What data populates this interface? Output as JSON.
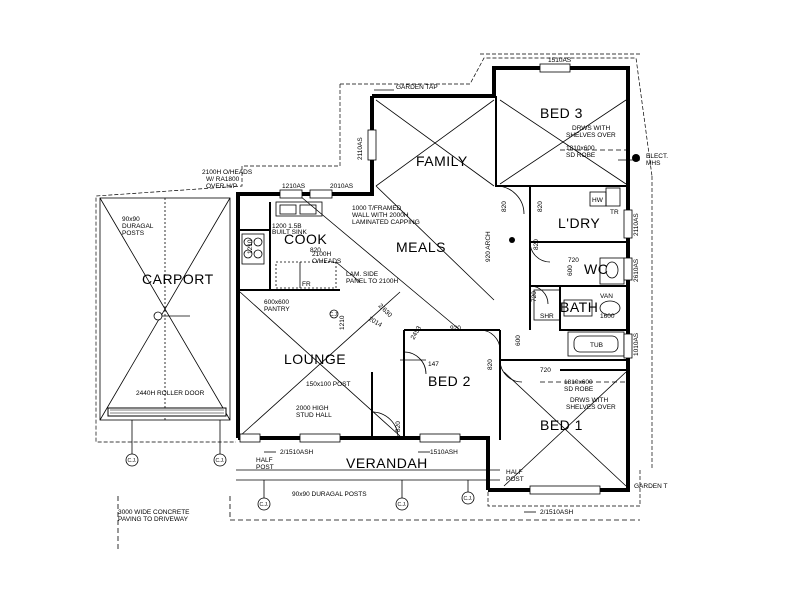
{
  "rooms": {
    "family": "FAMILY",
    "meals": "MEALS",
    "cook": "COOK",
    "carport": "CARPORT",
    "lounge": "LOUNGE",
    "bed1": "BED 1",
    "bed2": "BED 2",
    "bed3": "BED 3",
    "laundry": "L'DRY",
    "wc": "WC",
    "bath": "BATH",
    "verandah": "VERANDAH"
  },
  "notes": {
    "garden_tap_top": "GARDEN TAP",
    "garden_tap_bottom": "GARDEN T",
    "oheads_1": "2100H O/HEADS",
    "oheads_2": "W/ RA1800",
    "oheads_3": "OVER H/P",
    "duragal_1": "90x90",
    "duragal_2": "DURAGAL",
    "duragal_3": "POSTS",
    "roller_door": "2440H ROLLER DOOR",
    "sink": "1200 1.5B",
    "sink_2": "BUILT SINK",
    "framed_1": "1000 T/FRAMED",
    "framed_2": "WALL WITH 2000H",
    "framed_3": "LAMINATED CAPPING",
    "cook_oheads_1": "2100H",
    "cook_oheads_2": "O/HEADS",
    "lam_side_1": "LAM. SIDE",
    "lam_side_2": "PANEL TO 2100H",
    "pantry_1": "600x600",
    "pantry_2": "PANTRY",
    "post_1500": "150x100 POST",
    "stud_1": "2000 HIGH",
    "stud_2": "STUD HALL",
    "bed3_drws_1": "DRWS WITH",
    "bed3_drws_2": "SHELVES OVER",
    "bed3_robe_1": "1810x600",
    "bed3_robe_2": "SD ROBE",
    "bed1_robe_1": "1810x600",
    "bed1_robe_2": "SD ROBE",
    "bed1_drws_1": "DRWS WITH",
    "bed1_drws_2": "SHELVES OVER",
    "elect_1": "ELECT.",
    "elect_2": "MHS",
    "half_post_1": "HALF",
    "half_post_2": "POST",
    "half_post_3": "HALF",
    "half_post_4": "POST",
    "verandah_posts": "90x90 DURAGAL POSTS",
    "concrete_1": "3000 WIDE CONCRETE",
    "concrete_2": "PAVING TO DRIVEWAY",
    "hw": "HW",
    "trough": "TR",
    "van": "VAN",
    "shr": "SHR",
    "tub": "TUB",
    "fr": "FR",
    "ohs": "O/HEADS"
  },
  "dimensions": {
    "d1": "1510AS",
    "d2": "1210AS",
    "d3": "2010AS",
    "d4": "2110AS",
    "d5": "2110AS",
    "d6": "2610AS",
    "d7": "1010AS",
    "d8": "2/1510ASH",
    "d9": "1510ASH",
    "d10": "2/1510ASH",
    "d11": "920",
    "d12": "820",
    "d13": "820",
    "d14": "820",
    "d15": "820",
    "d16": "720",
    "d17": "720",
    "d18": "720",
    "d19": "147",
    "d20": "920 ARCH",
    "d21": "2/630",
    "d22": "1210",
    "d23": "1210",
    "d24": "2453",
    "d25": "2014",
    "d26": "820",
    "d27": "600",
    "d28": "1600",
    "d29": "820",
    "d30": "600"
  },
  "posts": {
    "label": "C.J."
  }
}
